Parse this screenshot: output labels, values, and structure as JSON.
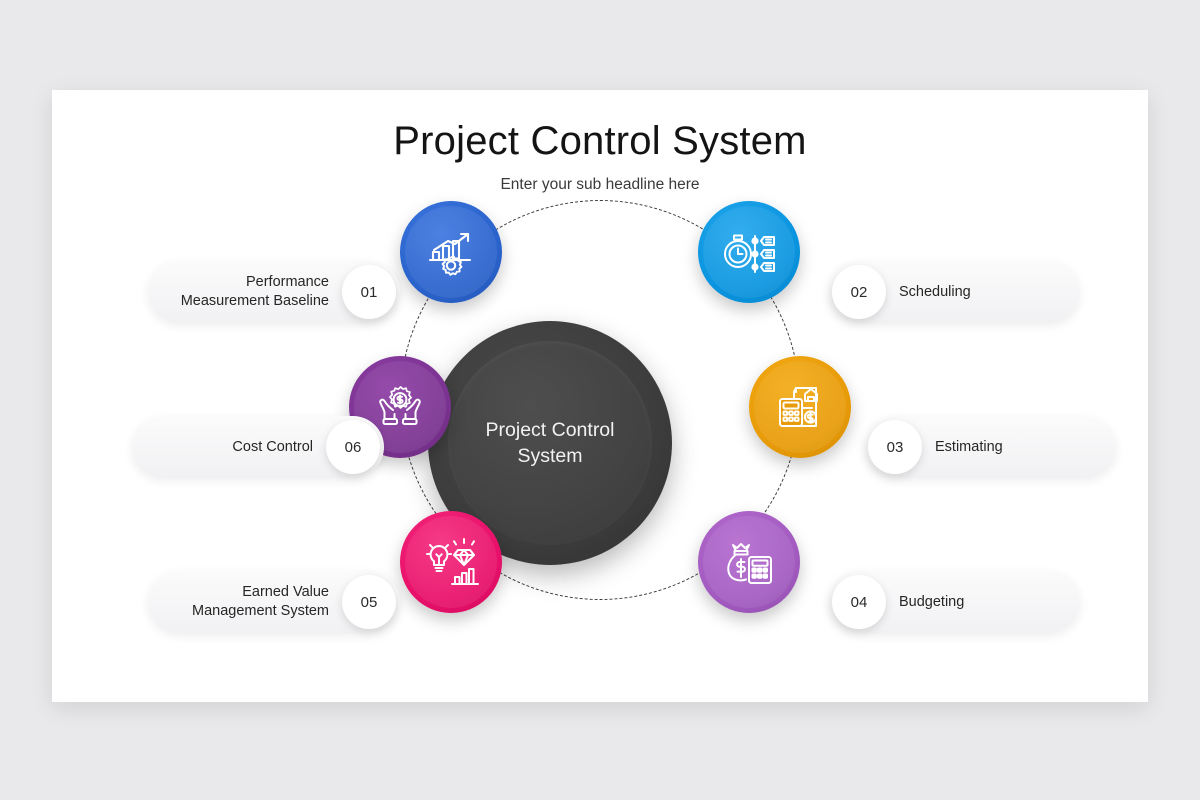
{
  "slide": {
    "title": "Project Control System",
    "subtitle": "Enter your sub headline here",
    "background_color": "#e9e9eb",
    "card_color": "#ffffff"
  },
  "hub": {
    "label": "Project Control\nSystem",
    "color": "#3c3c3c",
    "text_color": "#f2f2f2"
  },
  "orbit": {
    "style": "dashed",
    "color": "#3a3a3a"
  },
  "nodes": [
    {
      "number": "01",
      "label": "Performance\nMeasurement  Baseline",
      "side": "left",
      "color": "#2a63cc",
      "icon": "bar-chart-gear-growth-icon"
    },
    {
      "number": "02",
      "label": "Scheduling",
      "side": "right",
      "color": "#0a94df",
      "icon": "stopwatch-timeline-icon"
    },
    {
      "number": "03",
      "label": "Estimating",
      "side": "right",
      "color": "#e89b08",
      "icon": "calculator-estimate-document-icon"
    },
    {
      "number": "04",
      "label": "Budgeting",
      "side": "right",
      "color": "#a35bc0",
      "icon": "money-bag-calculator-icon"
    },
    {
      "number": "05",
      "label": "Earned Value\nManagement System",
      "side": "left",
      "color": "#e8106a",
      "icon": "lightbulb-diamond-chart-icon"
    },
    {
      "number": "06",
      "label": "Cost Control",
      "side": "left",
      "color": "#7b3391",
      "icon": "hands-holding-gear-dollar-icon"
    }
  ]
}
